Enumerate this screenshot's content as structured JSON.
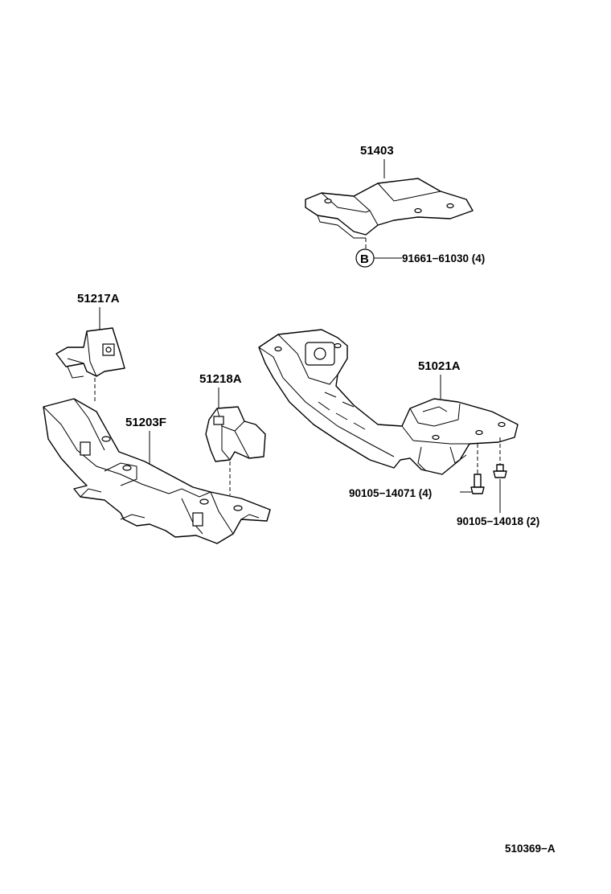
{
  "diagram": {
    "parts": {
      "p51403": "51403",
      "p91661": "91661−61030 (4)",
      "p51217A": "51217A",
      "p51218A": "51218A",
      "p51203F": "51203F",
      "p51021A": "51021A",
      "p90105_14071": "90105−14071 (4)",
      "p90105_14018": "90105−14018 (2)"
    },
    "callout_letter": "B",
    "figure_id": "510369−A"
  }
}
